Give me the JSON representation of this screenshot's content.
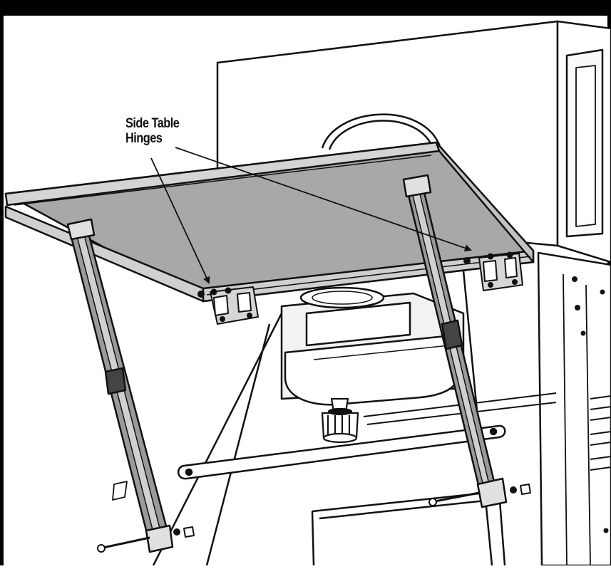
{
  "callout": {
    "line1": "Side Table",
    "line2": "Hinges"
  },
  "colors": {
    "frame": "#000000",
    "background": "#ffffff",
    "table_top": "#a8a8a8",
    "table_rim": "#cfcfcf",
    "strut": "#9a9a9a",
    "outline": "#111111",
    "bracket": "#d6d6d6"
  },
  "components": [
    "top-frame-bar",
    "side-table-top",
    "left-support-strut",
    "right-support-strut",
    "left-hinge-bracket",
    "right-hinge-bracket",
    "grill-body-panel",
    "grease-tray",
    "control-knob",
    "cross-brace-bar",
    "mounting-bolts"
  ]
}
